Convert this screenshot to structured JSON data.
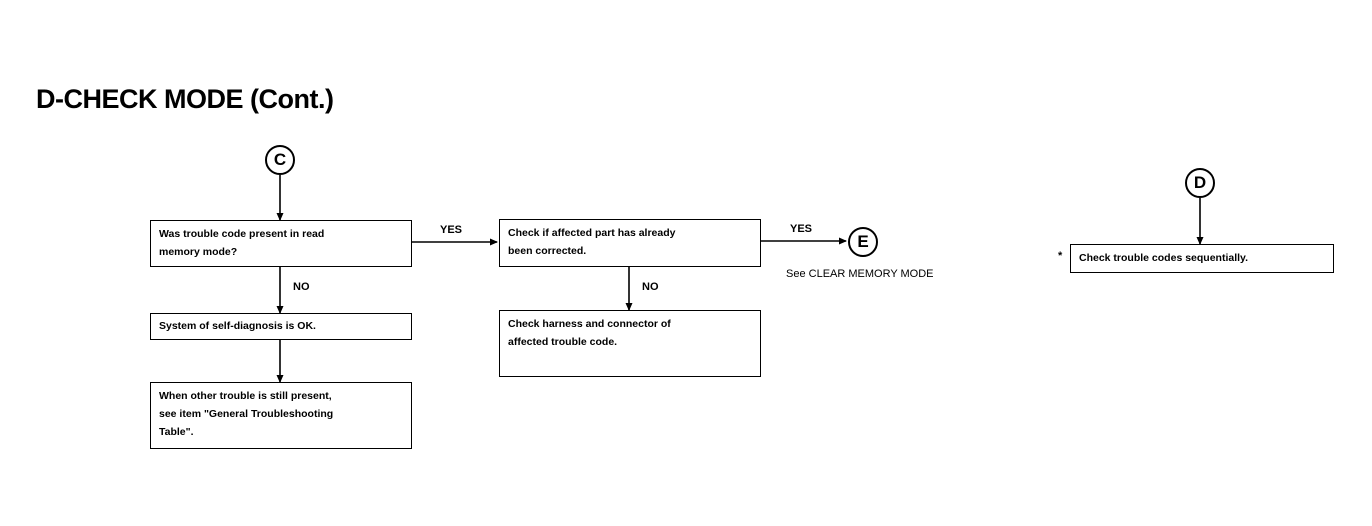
{
  "title": "D-CHECK MODE (Cont.)",
  "connectors": {
    "c": "C",
    "d": "D",
    "e": "E"
  },
  "boxes": {
    "trouble_code_question": "Was trouble code present in read\nmemory mode?",
    "system_ok": "System of self-diagnosis is OK.",
    "other_trouble": "When other trouble is still present,\nsee item \"General Troubleshooting\nTable\".",
    "check_corrected": "Check if affected part has already\nbeen corrected.",
    "check_harness": "Check harness and connector of\naffected trouble code.",
    "check_sequential": "Check trouble codes sequentially."
  },
  "labels": {
    "yes_1": "YES",
    "yes_2": "YES",
    "no_1": "NO",
    "no_2": "NO",
    "asterisk": "*"
  },
  "notes": {
    "see_clear_memory": "See CLEAR MEMORY MODE"
  }
}
